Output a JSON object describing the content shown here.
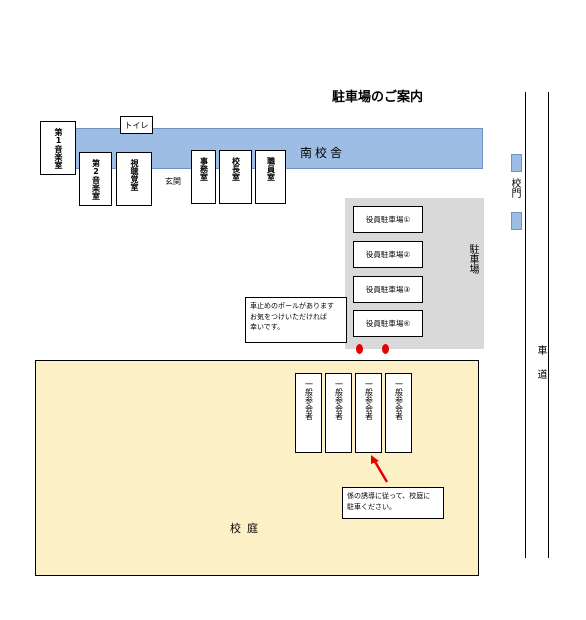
{
  "title": "駐車場のご案内",
  "building": {
    "label": "南校舎",
    "rooms": {
      "music1": "第1音楽室",
      "music2": "第2音楽室",
      "av_room": "視聴覚室",
      "office": "事務室",
      "principal": "校長室",
      "staff": "職員室"
    },
    "toilet": "トイレ",
    "entrance": "玄関"
  },
  "parking": {
    "label": "駐車場",
    "officer_spaces": [
      "役員駐車場①",
      "役員駐車場②",
      "役員駐車場③",
      "役員駐車場④"
    ]
  },
  "gate": "校門",
  "road": "車道",
  "notes": {
    "pole_note": "車止めのポールがあります\nお気をつけいただければ\n幸いです。",
    "guide_note": "係の誘導に従って、校庭に\n駐車ください。"
  },
  "yard": {
    "label": "校庭",
    "general_spaces": [
      "一般参会者",
      "一般参会者",
      "一般参会者",
      "一般参会者"
    ]
  },
  "colors": {
    "building": "#9dbde4",
    "parking": "#d9d9d9",
    "yard": "#fcf0c7",
    "pole": "#e60000",
    "arrow": "#e60000"
  }
}
